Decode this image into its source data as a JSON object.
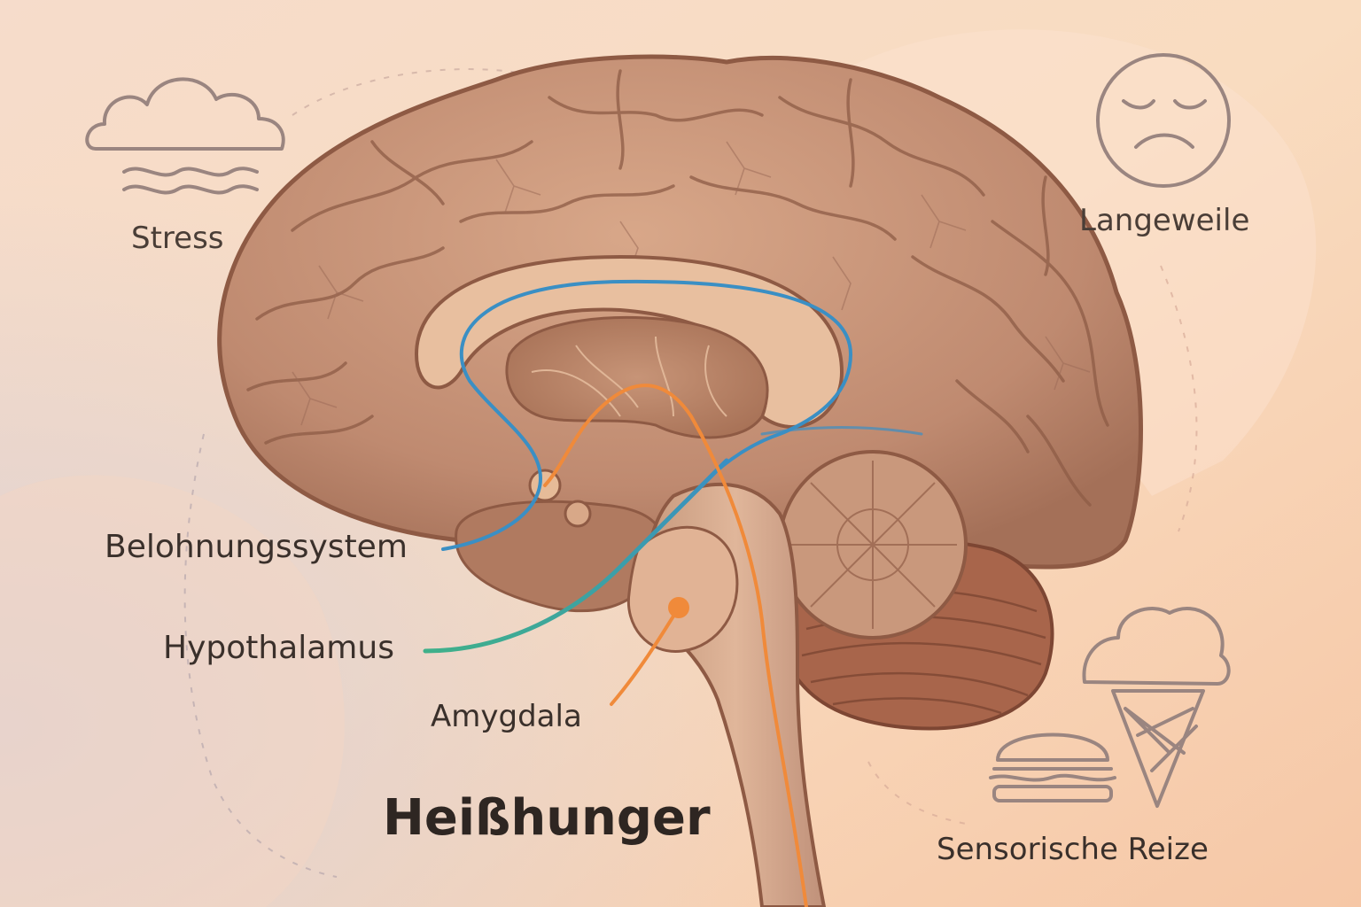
{
  "title": "Heißhunger",
  "triggers": {
    "stress": "Stress",
    "boredom": "Langeweile",
    "sensory": "Sensorische Reize"
  },
  "regions": {
    "reward_system": "Belohnungssystem",
    "hypothalamus": "Hypothalamus",
    "amygdala": "Amygdala"
  },
  "colors": {
    "reward_pathway": "#3a8fc4",
    "hypothalamus_pathway": "#3fae8f",
    "amygdala_pathway": "#f08a3a",
    "brain": "#b9826a",
    "icon_stroke": "#9a8580"
  },
  "icons": [
    "cloud-icon",
    "wave-lines-icon",
    "sad-face-icon",
    "burger-icon",
    "ice-cream-icon"
  ]
}
